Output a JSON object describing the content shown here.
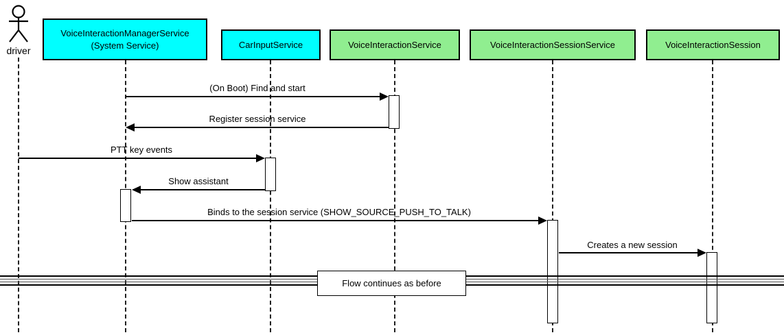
{
  "diagram_type": "uml-sequence",
  "colors": {
    "participant_cyan": "#00ffff",
    "participant_green": "#90ee90",
    "line_color": "#000000",
    "background": "#ffffff"
  },
  "actor": {
    "label": "driver"
  },
  "participants": [
    {
      "label": "VoiceInteractionManagerService\n(System Service)",
      "color": "#00ffff"
    },
    {
      "label": "CarInputService",
      "color": "#00ffff"
    },
    {
      "label": "VoiceInteractionService",
      "color": "#90ee90"
    },
    {
      "label": "VoiceInteractionSessionService",
      "color": "#90ee90"
    },
    {
      "label": "VoiceInteractionSession",
      "color": "#90ee90"
    }
  ],
  "messages": [
    {
      "label": "(On Boot) Find and start",
      "from": "VoiceInteractionManagerService (System Service)",
      "to": "VoiceInteractionService",
      "direction": "right"
    },
    {
      "label": "Register session service",
      "from": "VoiceInteractionService",
      "to": "VoiceInteractionManagerService (System Service)",
      "direction": "left"
    },
    {
      "label": "PTT key events",
      "from": "driver",
      "to": "CarInputService",
      "direction": "right"
    },
    {
      "label": "Show assistant",
      "from": "CarInputService",
      "to": "VoiceInteractionManagerService (System Service)",
      "direction": "left"
    },
    {
      "label": "Binds to the session service (SHOW_SOURCE_PUSH_TO_TALK)",
      "from": "VoiceInteractionManagerService (System Service)",
      "to": "VoiceInteractionSessionService",
      "direction": "right"
    },
    {
      "label": "Creates a new session",
      "from": "VoiceInteractionSessionService",
      "to": "VoiceInteractionSession",
      "direction": "right"
    }
  ],
  "divider": {
    "label": "Flow continues as before"
  }
}
